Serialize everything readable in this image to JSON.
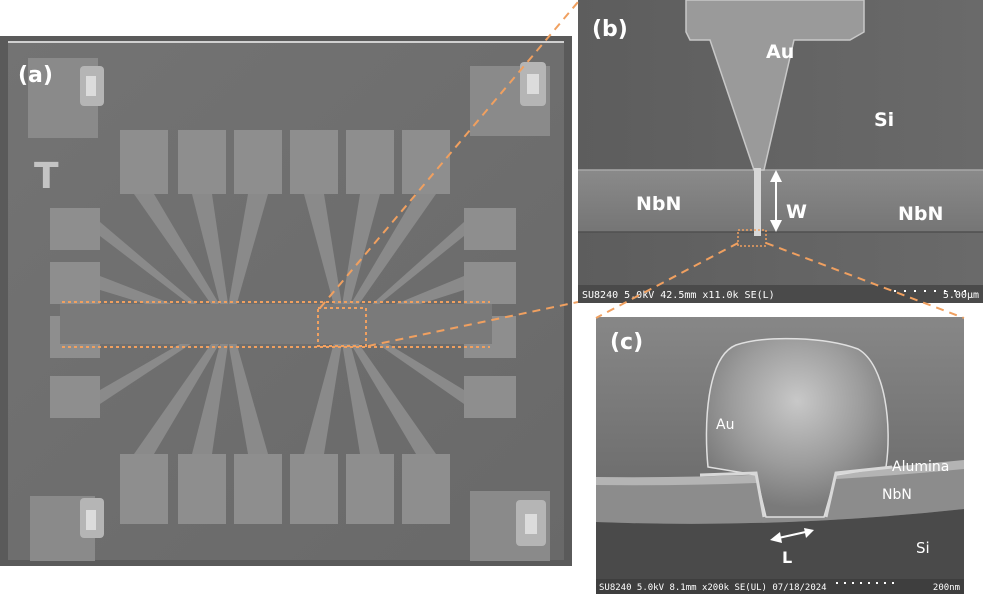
{
  "panel_a": {
    "label": "(a)",
    "corner_mark": "T"
  },
  "panel_b": {
    "label": "(b)",
    "labels": {
      "au": "Au",
      "si": "Si",
      "nbn_left": "NbN",
      "nbn_right": "NbN",
      "w": "W"
    },
    "info_bar": {
      "text": "SU8240 5.0kV 42.5mm x11.0k SE(L)",
      "scale": "5.00μm"
    }
  },
  "panel_c": {
    "label": "(c)",
    "labels": {
      "au": "Au",
      "alumina": "Alumina",
      "nbn": "NbN",
      "si": "Si",
      "l": "L"
    },
    "info_bar": {
      "text": "SU8240 5.0kV 8.1mm x200k SE(UL) 07/18/2024",
      "scale": "200nm"
    }
  },
  "colors": {
    "highlight": "#f0a060",
    "substrate": "#6f6f6f",
    "pad": "#8e8e8e"
  }
}
